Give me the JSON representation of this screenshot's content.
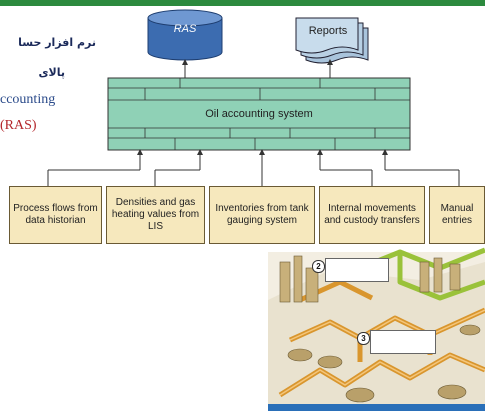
{
  "persian_lines": [
    "نرم افزار حسا",
    "پالای"
  ],
  "english_lines": [
    "ccounting",
    "(RAS)"
  ],
  "top_nodes": {
    "ras": "RAS",
    "reports": "Reports"
  },
  "main_system": "Oil accounting system",
  "inputs": [
    "Process flows from data historian",
    "Densities and gas heating values from LIS",
    "Inventories from tank gauging system",
    "Internal movements and custody transfers",
    "Manual entries"
  ],
  "illustration": {
    "badges": [
      "2",
      "3"
    ]
  },
  "colors": {
    "main_box": "#8fd1b6",
    "input_box": "#f6e8bd",
    "ras_cylinder": "#3c6cb0",
    "reports_doc": "#c8dcec",
    "pipe": "#e3a24a",
    "accent_bar": "#2c8a3e"
  }
}
